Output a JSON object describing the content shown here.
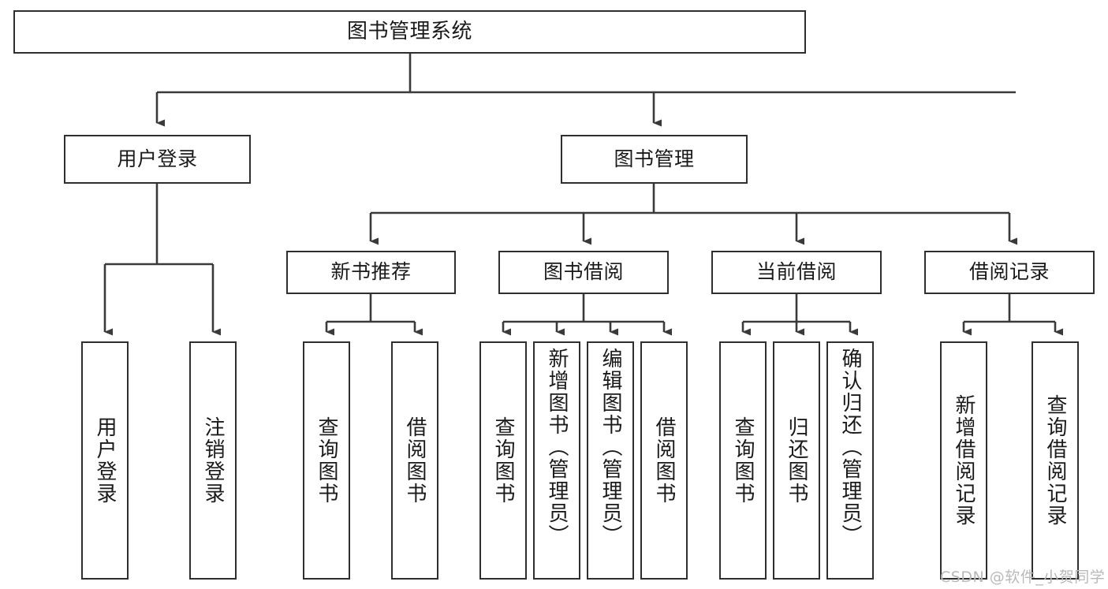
{
  "diagram": {
    "type": "hierarchy-tree",
    "title": "图书管理系统",
    "watermark": "CSDN @软件_小贺同学",
    "colors": {
      "box_border": "#2f2f2f",
      "box_fill": "#ffffff",
      "connector": "#3a3a3a",
      "text": "#1a1a1a",
      "watermark": "#b9b9b9"
    },
    "root": {
      "label": "图书管理系统"
    },
    "level2": [
      {
        "label": "用户登录"
      },
      {
        "label": "图书管理"
      }
    ],
    "level3": [
      {
        "label": "新书推荐"
      },
      {
        "label": "图书借阅"
      },
      {
        "label": "当前借阅"
      },
      {
        "label": "借阅记录"
      }
    ],
    "leaves": {
      "user_login": [
        {
          "label": "用户登录"
        },
        {
          "label": "注销登录"
        }
      ],
      "new_book_recommend": [
        {
          "label": "查询图书"
        },
        {
          "label": "借阅图书"
        }
      ],
      "book_borrow": [
        {
          "label": "查询图书"
        },
        {
          "label": "新增图书（管理员）"
        },
        {
          "label": "编辑图书（管理员）"
        },
        {
          "label": "借阅图书"
        }
      ],
      "current_borrow": [
        {
          "label": "查询图书"
        },
        {
          "label": "归还图书"
        },
        {
          "label": "确认归还（管理员）"
        }
      ],
      "borrow_records": [
        {
          "label": "新增借阅记录"
        },
        {
          "label": "查询借阅记录"
        }
      ]
    }
  }
}
